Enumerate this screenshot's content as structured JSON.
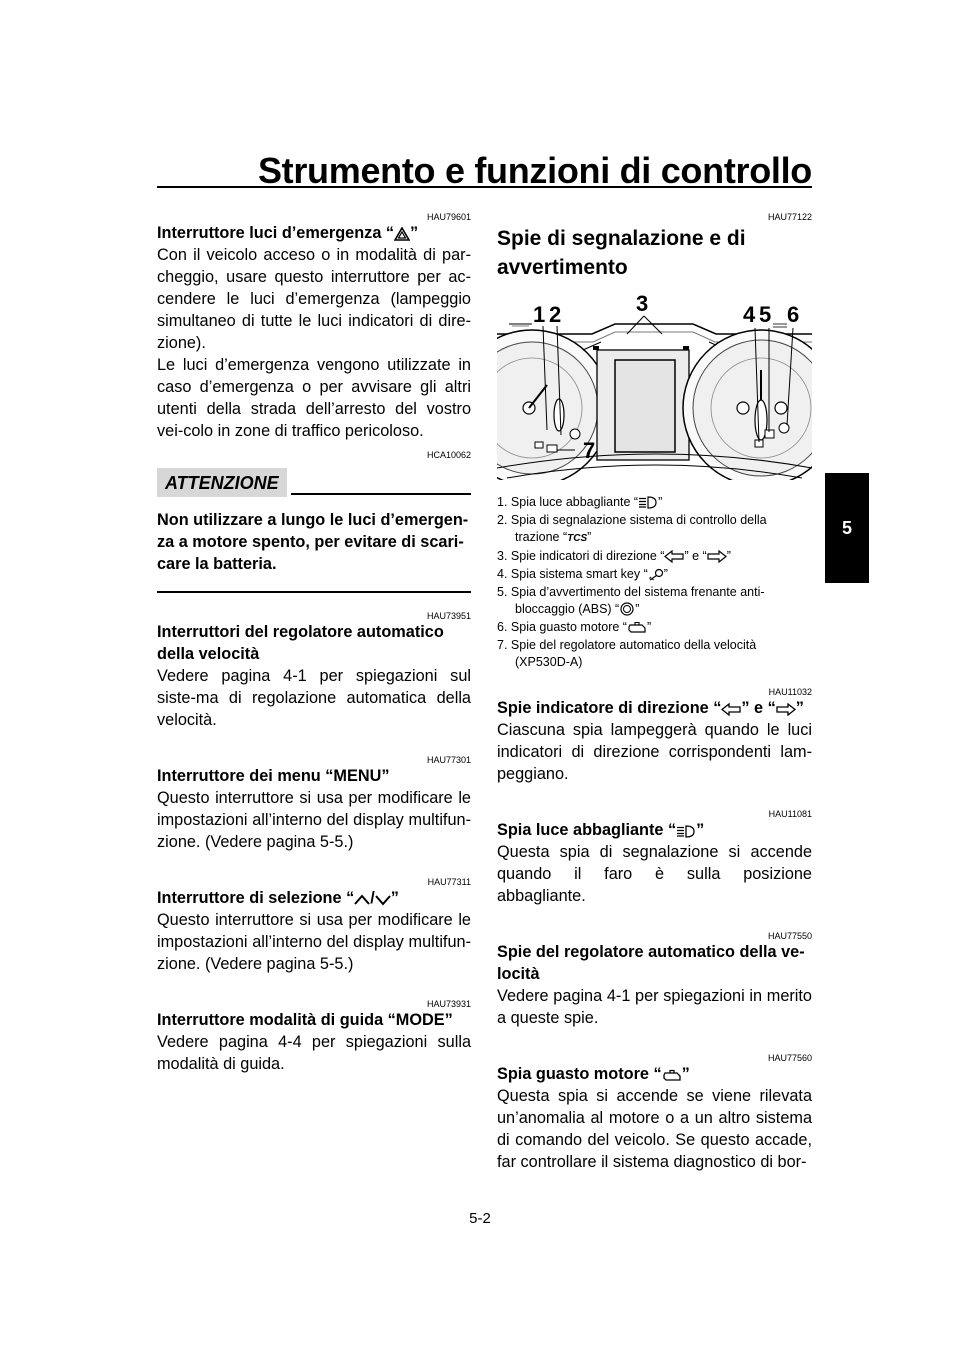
{
  "header": {
    "title": "Strumento e funzioni di controllo",
    "chapter_tab": "5"
  },
  "left": {
    "s1": {
      "code": "HAU79601",
      "title_pre": "Interruttore luci d’emergenza “",
      "title_post": "”",
      "p1": "Con il veicolo acceso o in modalità di par-cheggio, usare questo interruttore per ac-cendere le luci d’emergenza (lampeggio simultaneo di tutte le luci indicatori di dire-zione).",
      "p2": "Le luci d’emergenza vengono utilizzate in caso d’emergenza o per avvisare gli altri utenti della strada dell’arresto del vostro vei-colo in zone di traffico pericoloso."
    },
    "caution": {
      "code": "HCA10062",
      "label": "ATTENZIONE",
      "text": "Non utilizzare a lungo le luci d’emergen-za a motore spento, per evitare di scari-care la batteria."
    },
    "s2": {
      "code": "HAU73951",
      "title": "Interruttori del regolatore automatico della velocità",
      "p": "Vedere pagina 4-1 per spiegazioni sul siste-ma di regolazione automatica della velocità."
    },
    "s3": {
      "code": "HAU77301",
      "title": "Interruttore dei menu “MENU”",
      "p": "Questo interruttore si usa per modificare le impostazioni all’interno del display multifun-zione. (Vedere pagina 5-5.)"
    },
    "s4": {
      "code": "HAU77311",
      "title_pre": "Interruttore di selezione “",
      "title_mid": "/",
      "title_post": "”",
      "p": "Questo interruttore si usa per modificare le impostazioni all’interno del display multifun-zione. (Vedere pagina 5-5.)"
    },
    "s5": {
      "code": "HAU73931",
      "title": "Interruttore modalità di guida “MODE”",
      "p": "Vedere pagina 4-4 per spiegazioni sulla modalità di guida."
    }
  },
  "right": {
    "main": {
      "code": "HAU77122",
      "title": "Spie di segnalazione e di avvertimento"
    },
    "figure": {
      "callouts": [
        "1",
        "2",
        "3",
        "4",
        "5",
        "6",
        "7"
      ]
    },
    "legend": {
      "i1": {
        "num": "1.",
        "pre": "Spia luce abbagliante “",
        "post": "”"
      },
      "i2": {
        "num": "2.",
        "pre": "Spia di segnalazione sistema di controllo della trazione “",
        "icon_text": "TCS",
        "post": "”"
      },
      "i3": {
        "num": "3.",
        "pre": "Spie indicatori di direzione “",
        "mid": "” e “",
        "post": "”"
      },
      "i4": {
        "num": "4.",
        "pre": "Spia sistema smart key “",
        "post": "”"
      },
      "i5": {
        "num": "5.",
        "pre": "Spia d’avvertimento del sistema frenante anti-bloccaggio (ABS) “",
        "post": "”"
      },
      "i6": {
        "num": "6.",
        "pre": "Spia guasto motore “",
        "post": "”"
      },
      "i7": {
        "num": "7.",
        "text": "Spie del regolatore automatico della velocità (XP530D-A)"
      }
    },
    "s1": {
      "code": "HAU11032",
      "title_pre": "Spie indicatore di direzione “",
      "title_mid": "” e “",
      "title_post": "”",
      "p": "Ciascuna spia lampeggerà quando le luci indicatori di direzione corrispondenti lam-peggiano."
    },
    "s2": {
      "code": "HAU11081",
      "title_pre": "Spia luce abbagliante “",
      "title_post": "”",
      "p": "Questa spia di segnalazione si accende quando il faro è sulla posizione abbagliante."
    },
    "s3": {
      "code": "HAU77550",
      "title": "Spie del regolatore automatico della ve-locità",
      "p": "Vedere pagina 4-1 per spiegazioni in merito a queste spie."
    },
    "s4": {
      "code": "HAU77560",
      "title_pre": "Spia guasto motore “",
      "title_post": "”",
      "p": "Questa spia si accende se viene rilevata un’anomalia al motore o a un altro sistema di comando del veicolo. Se questo accade, far controllare il sistema diagnostico di bor-"
    }
  },
  "footer": {
    "page_number": "5-2"
  }
}
